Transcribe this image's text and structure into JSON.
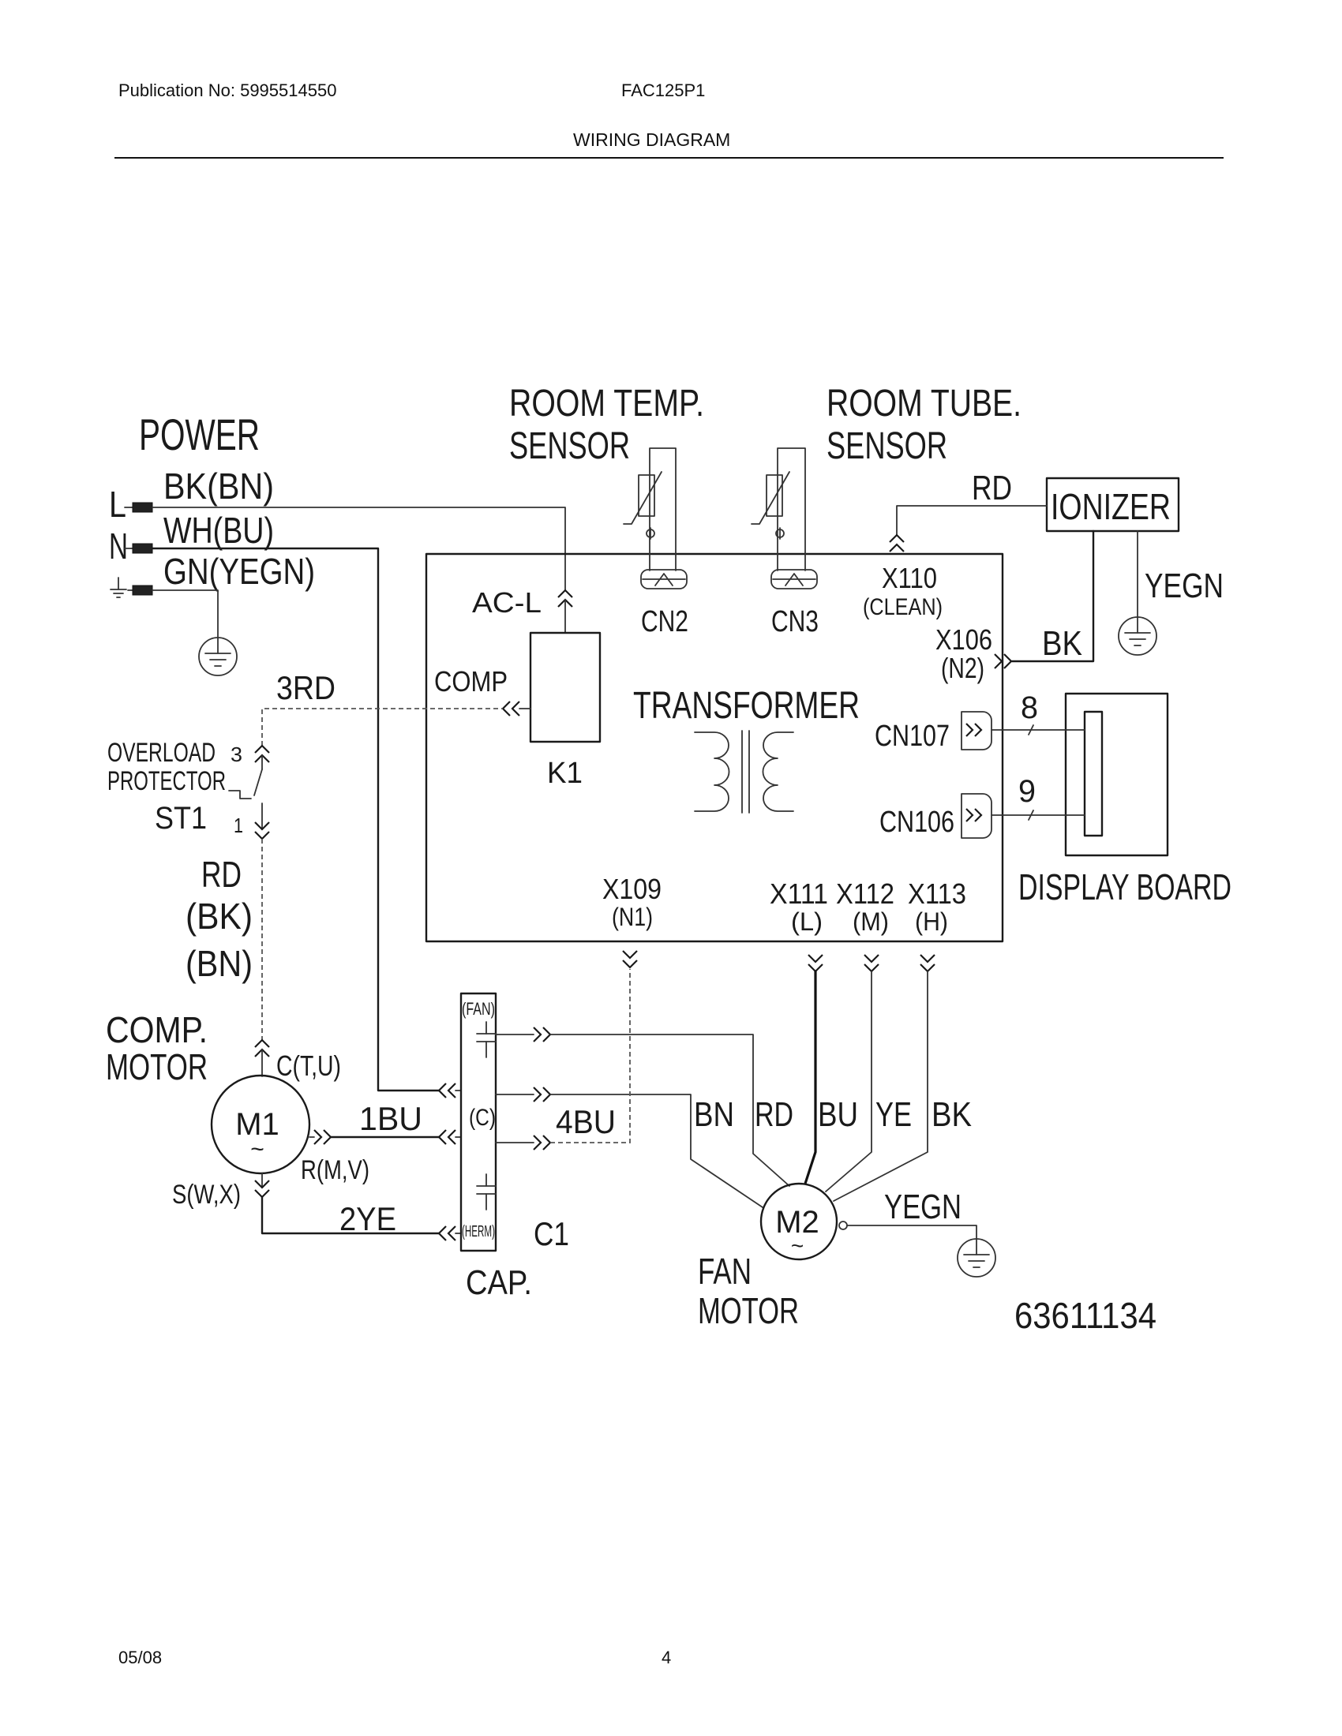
{
  "header": {
    "publication": "Publication No: 5995514550",
    "model": "FAC125P1",
    "title": "WIRING DIAGRAM"
  },
  "footer": {
    "date": "05/08",
    "page": "4"
  },
  "diagram": {
    "power": {
      "title": "POWER",
      "l": "L",
      "n": "N",
      "wire_l": "BK(BN)",
      "wire_n": "WH(BU)",
      "wire_g": "GN(YEGN)"
    },
    "room_temp_sensor": {
      "line1": "ROOM TEMP.",
      "line2": "SENSOR",
      "connector": "CN2"
    },
    "room_tube_sensor": {
      "line1": "ROOM TUBE.",
      "line2": "SENSOR",
      "connector": "CN3"
    },
    "ionizer": {
      "label": "IONIZER",
      "rd": "RD",
      "yegn": "YEGN",
      "bk": "BK",
      "x110": "X110",
      "x110_sub": "(CLEAN)",
      "x106": "X106",
      "x106_sub": "(N2)"
    },
    "control": {
      "ac_l": "AC-L",
      "comp": "COMP",
      "relay": "K1",
      "transformer": "TRANSFORMER",
      "cn107": "CN107",
      "cn106": "CN106",
      "x109": "X109",
      "x109_sub": "(N1)",
      "x111": "X111",
      "x111_sub": "(L)",
      "x112": "X112",
      "x112_sub": "(M)",
      "x113": "X113",
      "x113_sub": "(H)"
    },
    "display_board": {
      "label": "DISPLAY BOARD",
      "pin8": "8",
      "pin9": "9"
    },
    "overload": {
      "line1": "OVERLOAD",
      "line2": "PROTECTOR",
      "id": "ST1",
      "pin3": "3",
      "pin1": "1",
      "wire": "3RD"
    },
    "comp_wire": {
      "rd": "RD",
      "bk": "(BK)",
      "bn": "(BN)"
    },
    "comp_motor": {
      "line1": "COMP.",
      "line2": "MOTOR",
      "id": "M1",
      "tilde": "~",
      "c": "C(T,U)",
      "r": "R(M,V)",
      "s": "S(W,X)",
      "wire_1bu": "1BU",
      "wire_2ye": "2YE"
    },
    "capacitor": {
      "fan": "(FAN)",
      "c": "(C)",
      "herm": "(HERM)",
      "id": "C1",
      "label": "CAP.",
      "wire_4bu": "4BU"
    },
    "fan_motor": {
      "line1": "FAN",
      "line2": "MOTOR",
      "id": "M2",
      "tilde": "~",
      "bn": "BN",
      "rd": "RD",
      "bu": "BU",
      "ye": "YE",
      "bk": "BK",
      "yegn": "YEGN"
    },
    "part_number": "63611134"
  }
}
